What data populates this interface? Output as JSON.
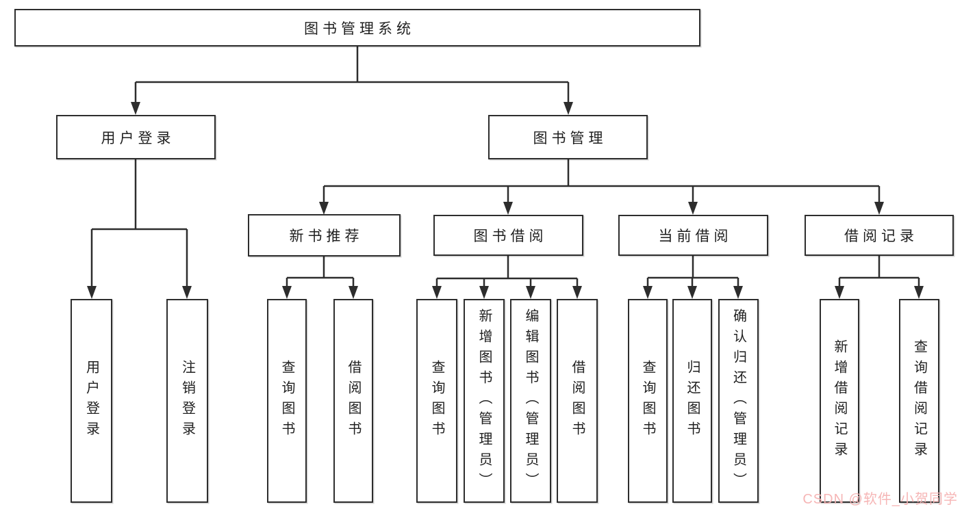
{
  "diagram": {
    "root": {
      "label": "图书管理系统"
    },
    "branches": [
      {
        "label": "用户登录",
        "children": [
          {
            "label": "用户登录"
          },
          {
            "label": "注销登录"
          }
        ]
      },
      {
        "label": "图书管理",
        "children": [
          {
            "label": "新书推荐",
            "children": [
              {
                "label": "查询图书"
              },
              {
                "label": "借阅图书"
              }
            ]
          },
          {
            "label": "图书借阅",
            "children": [
              {
                "label": "查询图书"
              },
              {
                "label": "新增图书（管理员）"
              },
              {
                "label": "编辑图书（管理员）"
              },
              {
                "label": "借阅图书"
              }
            ]
          },
          {
            "label": "当前借阅",
            "children": [
              {
                "label": "查询图书"
              },
              {
                "label": "归还图书"
              },
              {
                "label": "确认归还（管理员）"
              }
            ]
          },
          {
            "label": "借阅记录",
            "children": [
              {
                "label": "新增借阅记录"
              },
              {
                "label": "查询借阅记录"
              }
            ]
          }
        ]
      }
    ],
    "line_color": "#2d2d2d"
  },
  "watermark": {
    "text": "CSDN @软件_小贺同学"
  }
}
